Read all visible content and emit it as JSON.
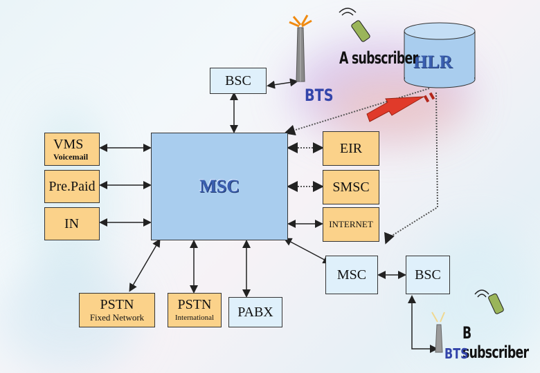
{
  "labels": {
    "bsc_top": "BSC",
    "hlr": "HLR",
    "a_subscriber": "A subscriber",
    "bts_top": "BTS",
    "vms": "VMS",
    "vms_sub": "Voicemail",
    "prepaid": "Pre.Paid",
    "in": "IN",
    "msc_main": "MSC",
    "eir": "EIR",
    "smsc": "SMSC",
    "internet": "INTERNET",
    "msc_right": "MSC",
    "bsc_right": "BSC",
    "pstn_fixed": "PSTN",
    "pstn_fixed_sub": "Fixed Network",
    "pstn_intl": "PSTN",
    "pstn_intl_sub": "International",
    "pabx": "PABX",
    "b_subscriber": "B subscriber",
    "bts_bottom": "BTS"
  },
  "colors": {
    "yellow_box": "#fbd28a",
    "msc_box": "#a9cdee",
    "hlr_cylinder": "#a9cdee",
    "red_arrow": "#e03a2a",
    "line": "#222222"
  },
  "icons": [
    "cell-tower-icon",
    "mobile-phone-icon",
    "database-cylinder-icon",
    "red-arrow-icon"
  ]
}
